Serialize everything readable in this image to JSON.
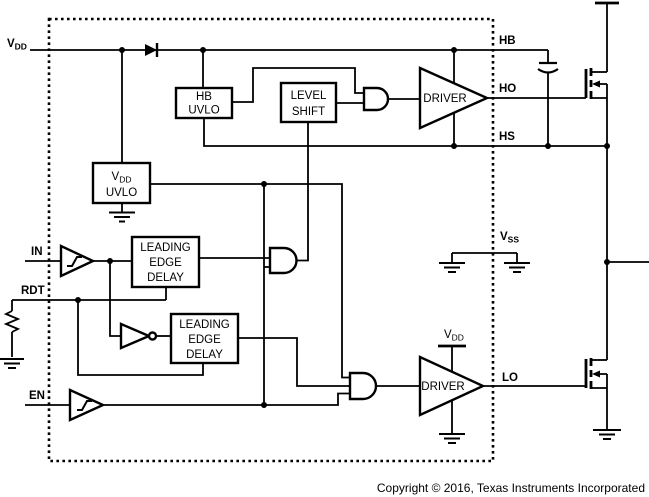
{
  "diagram": {
    "pins": {
      "vdd": {
        "base": "V",
        "sub": "DD"
      },
      "in": "IN",
      "rdt": "RDT",
      "en": "EN",
      "hb": "HB",
      "ho": "HO",
      "hs": "HS",
      "vss": {
        "base": "V",
        "sub": "SS"
      },
      "lo": "LO"
    },
    "blocks": {
      "hb_uvlo": {
        "line1": "HB",
        "line2": "UVLO"
      },
      "level_shift": {
        "line1": "LEVEL",
        "line2": "SHIFT"
      },
      "vdd_uvlo": {
        "line1_base": "V",
        "line1_sub": "DD",
        "line2": "UVLO"
      },
      "led_high": {
        "line1": "LEADING",
        "line2": "EDGE",
        "line3": "DELAY"
      },
      "led_low": {
        "line1": "LEADING",
        "line2": "EDGE",
        "line3": "DELAY"
      },
      "driver_high": {
        "label": "DRIVER"
      },
      "driver_low": {
        "label": "DRIVER",
        "supply_base": "V",
        "supply_sub": "DD"
      }
    },
    "footer": {
      "copyright": "Copyright © 2016, Texas Instruments Incorporated"
    },
    "colors": {
      "line": "#000000",
      "background": "#ffffff"
    }
  }
}
